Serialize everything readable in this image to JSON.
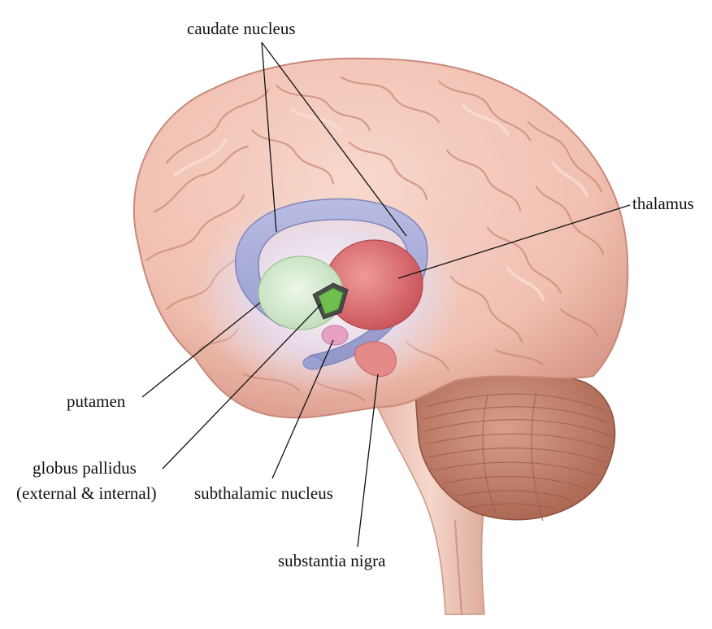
{
  "labels": {
    "caudate_nucleus": "caudate nucleus",
    "thalamus": "thalamus",
    "putamen": "putamen",
    "globus_pallidus_line1": "globus pallidus",
    "globus_pallidus_line2": "(external & internal)",
    "subthalamic_nucleus": "subthalamic nucleus",
    "substantia_nigra": "substantia nigra"
  },
  "colors": {
    "cortex": "#f2c4b6",
    "cortex_shadow": "#d99a8a",
    "cerebellum": "#c98a76",
    "brainstem": "#efc8b8",
    "caudate": "#9aa0d2",
    "thalamus": "#d96a6e",
    "putamen": "#cfe6c8",
    "globus_pallidus": "#6fbf4e",
    "subthalamic": "#e6a2c0",
    "substantia_nigra": "#e58a88",
    "glow": "#d8d4f0"
  },
  "icons": {
    "brain": "brain-illustration"
  }
}
